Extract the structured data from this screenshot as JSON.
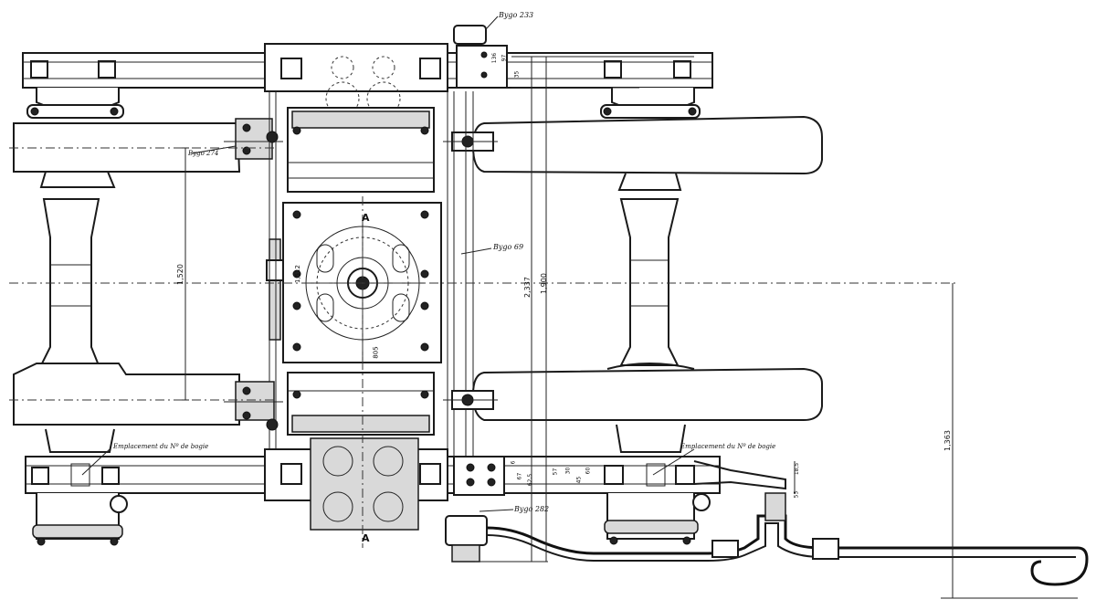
{
  "labels": {
    "bygo233": "Bygo 233",
    "bygo274": "Bygo 274",
    "bygo69": "Bygo 69",
    "bygo282": "Bygo 282",
    "emplacement_left": "Emplacement du Nº de bogie",
    "emplacement_right": "Emplacement du Nº de bogie"
  },
  "dimensions": {
    "d_1520": "1,520",
    "d_2337": "2,337",
    "d_1900": "1,900",
    "d_1363": "1,363",
    "d_1512": "1,512",
    "d_805": "805",
    "d_136": "136",
    "d_97": "97",
    "d_35": "35",
    "d_185": "18,5",
    "d_30": "30",
    "d_6": "6",
    "d_67": "67",
    "d_55": "55",
    "d_57": "57",
    "d_625": "62,5",
    "d_45": "45",
    "d_60": "60"
  },
  "section_marks": {
    "top": "A",
    "bottom": "A"
  }
}
